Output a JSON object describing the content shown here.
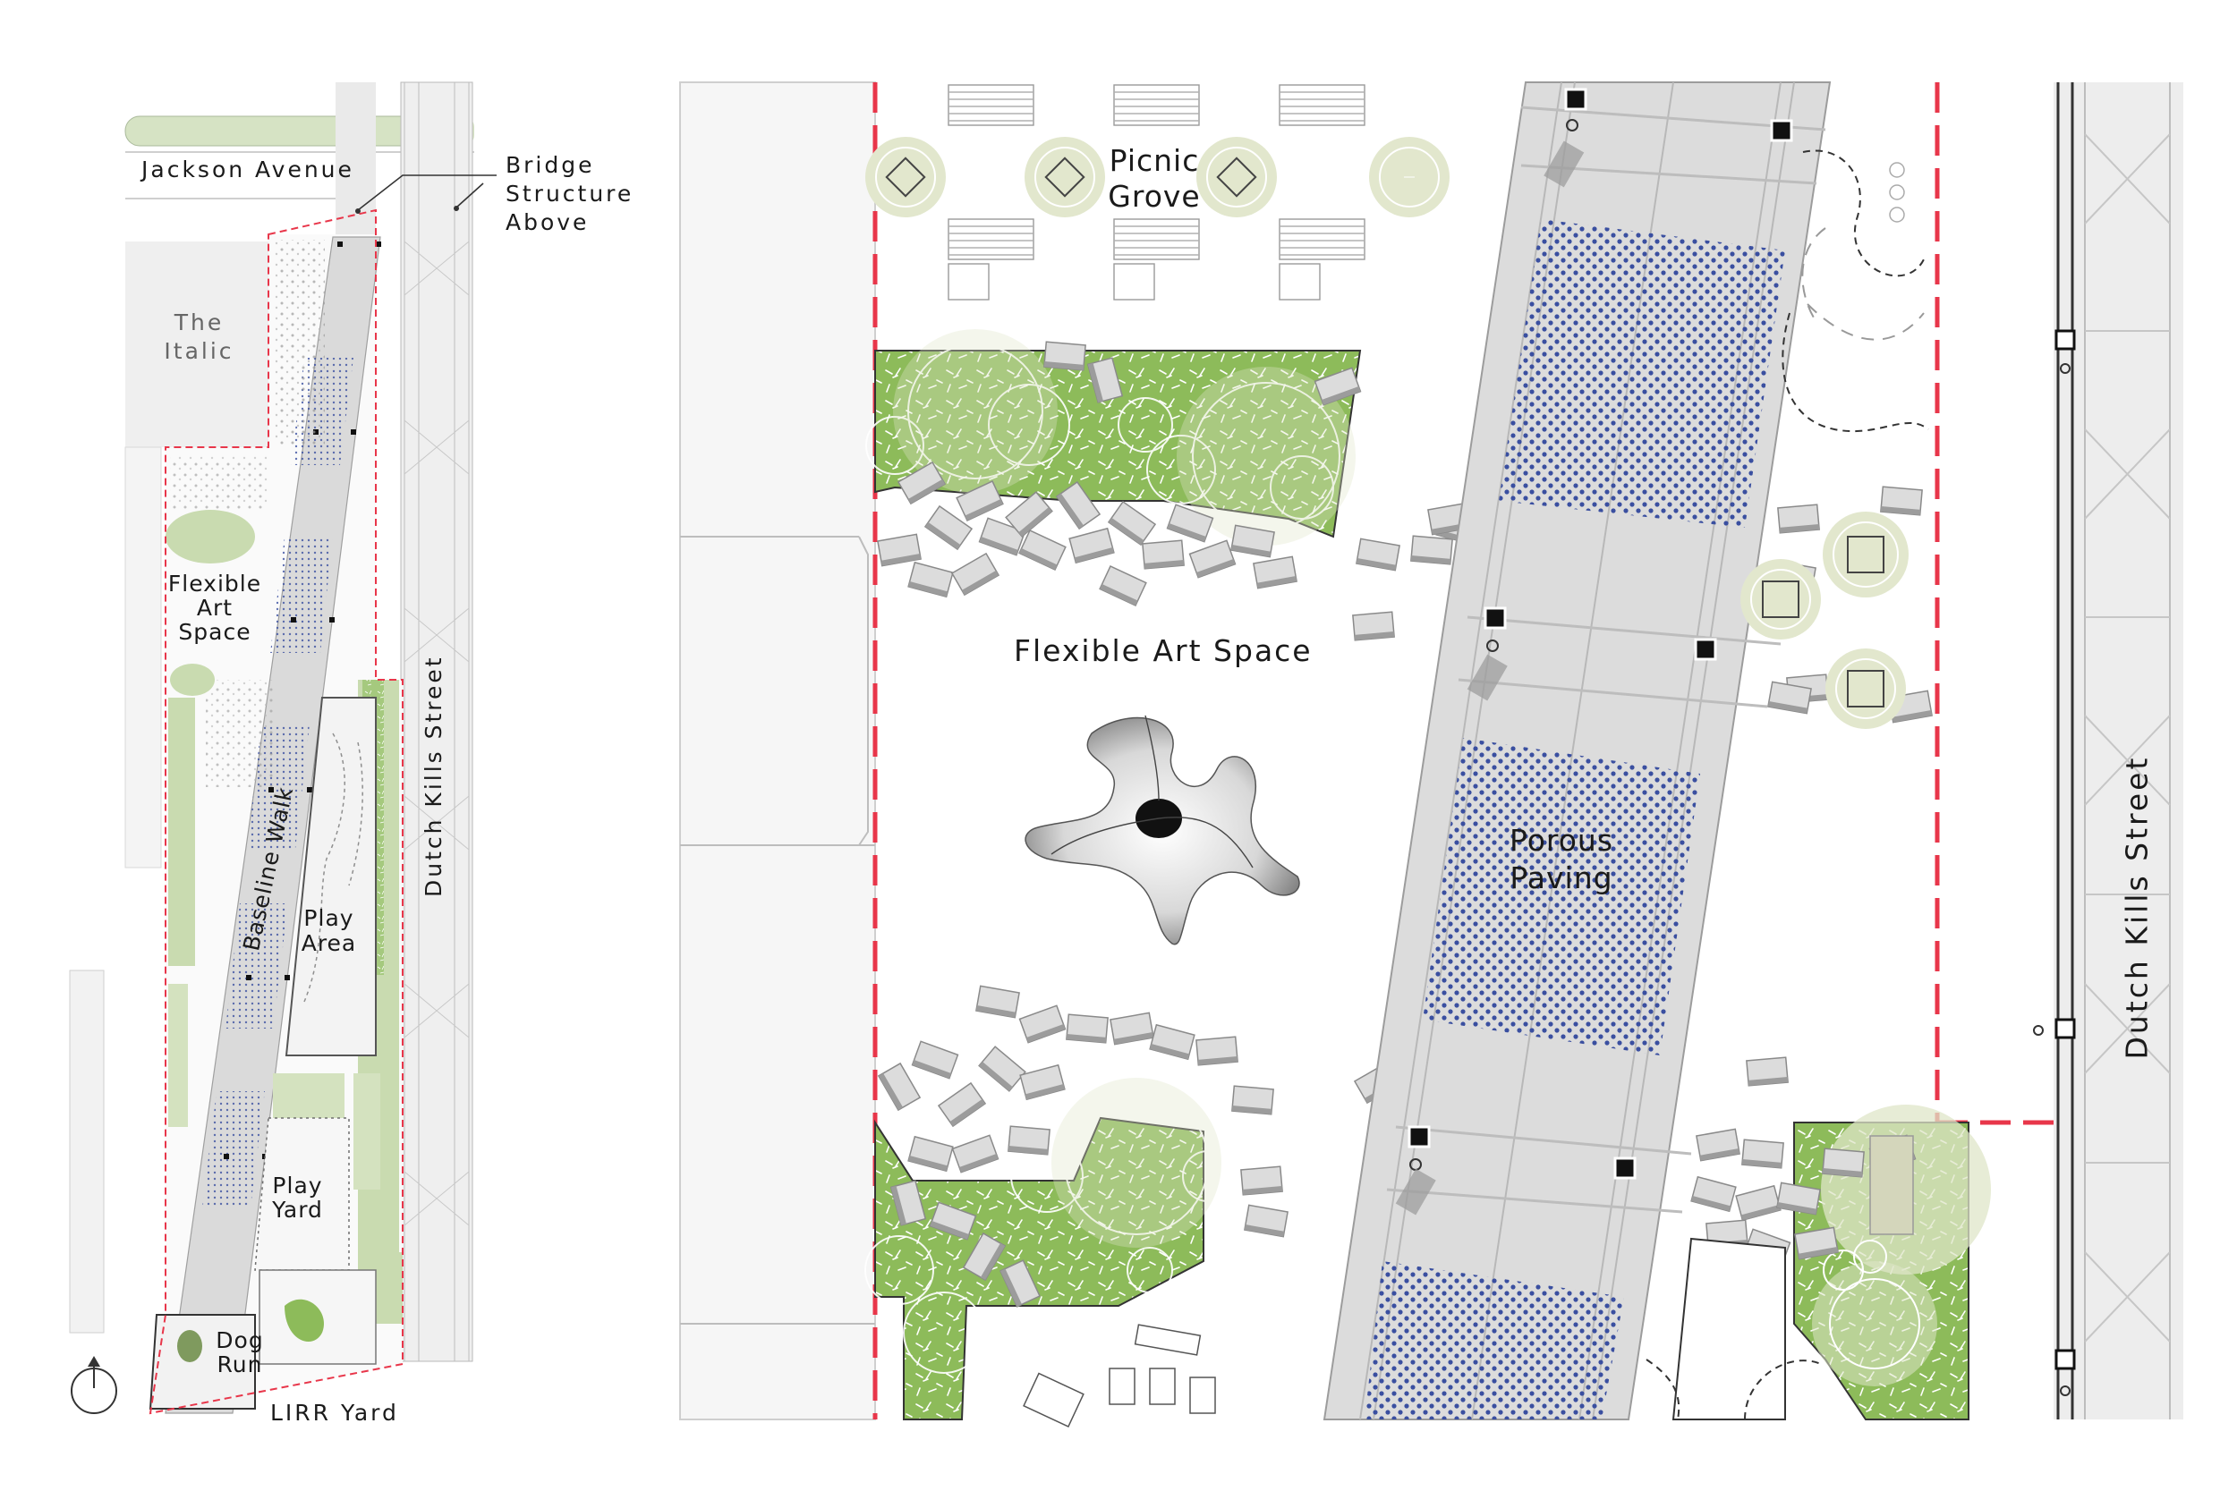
{
  "overview_labels": {
    "jackson_avenue": "Jackson Avenue",
    "bridge_structure_above": [
      "Bridge",
      "Structure",
      "Above"
    ],
    "the_italic": [
      "The",
      "Italic"
    ],
    "flexible_art_space": [
      "Flexible",
      "Art",
      "Space"
    ],
    "baseline_walk": "Baseline Walk",
    "play_area": [
      "Play",
      "Area"
    ],
    "dutch_kills_street": "Dutch Kills Street",
    "play_yard": [
      "Play",
      "Yard"
    ],
    "dog_run": [
      "Dog",
      "Run"
    ],
    "lirr_yard": "LIRR Yard"
  },
  "detail_labels": {
    "picnic_grove": [
      "Picnic",
      "Grove"
    ],
    "flexible_art_space": "Flexible Art Space",
    "porous_paving": [
      "Porous",
      "Paving"
    ],
    "dutch_kills_street": "Dutch Kills Street"
  },
  "icons": [
    "north-arrow-icon",
    "sculpture-icon",
    "bench-icon",
    "tree-icon"
  ],
  "colors": {
    "planting_green": "#8dbb5a",
    "planting_light": "#c9dbb0",
    "tree_canopy": "#dfe5c8",
    "paving_gray": "#d9d9d9",
    "porous_dots": "#3a4fa0",
    "site_boundary": "#e8364a",
    "line_dark": "#333333"
  }
}
